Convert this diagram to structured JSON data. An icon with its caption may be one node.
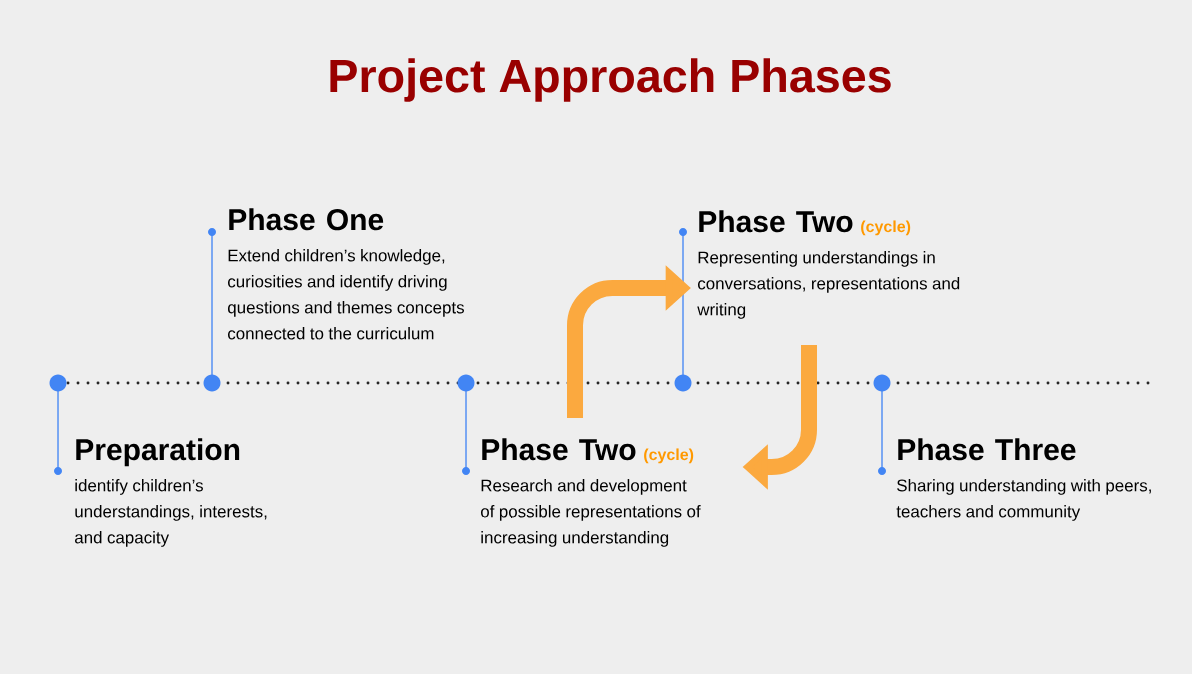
{
  "diagram": {
    "title": "Project Approach Phases",
    "nodes": [
      {
        "text": [
          "Preparation",
          "identify children’s understandings, interests, and capacity"
        ]
      },
      {
        "text": [
          "Phase One",
          "Extend children’s knowledge, curiosities and identify driving questions and themes concepts connected to the curriculum"
        ]
      },
      {
        "text": [
          "Phase Two",
          "(cycle)",
          "Research and development of possible representations of increasing understanding"
        ]
      },
      {
        "text": [
          "Phase Two",
          "(cycle)",
          "Representing understandings in conversations, representations and writing"
        ]
      },
      {
        "text": [
          "Phase Three",
          "Sharing understanding with peers, teachers and community"
        ]
      }
    ],
    "edges": [
      {
        "from": 2,
        "to": 3,
        "arrow": "to"
      },
      {
        "from": 3,
        "to": 2,
        "arrow": "to"
      }
    ]
  }
}
